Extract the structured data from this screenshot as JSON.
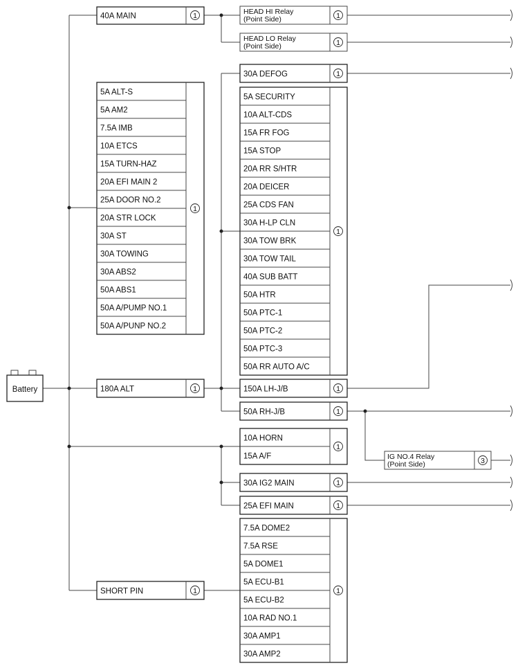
{
  "battery": {
    "label": "Battery"
  },
  "top_main": {
    "label": "40A MAIN",
    "num": "1",
    "relays": [
      {
        "line1": "HEAD HI Relay",
        "line2": "(Point Side)",
        "num": "1"
      },
      {
        "line1": "HEAD LO Relay",
        "line2": "(Point Side)",
        "num": "1"
      }
    ]
  },
  "left_group": {
    "num": "1",
    "items": [
      "5A ALT-S",
      "5A AM2",
      "7.5A IMB",
      "10A ETCS",
      "15A TURN-HAZ",
      "20A EFI MAIN 2",
      "25A DOOR NO.2",
      "20A STR LOCK",
      "30A ST",
      "30A TOWING",
      "30A ABS2",
      "50A ABS1",
      "50A A/PUMP NO.1",
      "50A A/PUNP NO.2"
    ]
  },
  "alt": {
    "label": "180A ALT",
    "num": "1"
  },
  "defog": {
    "label": "30A DEFOG",
    "num": "1"
  },
  "right_group": {
    "num": "1",
    "items": [
      "5A SECURITY",
      "10A ALT-CDS",
      "15A FR FOG",
      "15A STOP",
      "20A RR S/HTR",
      "20A DEICER",
      "25A CDS FAN",
      "30A H-LP CLN",
      "30A TOW BRK",
      "30A TOW TAIL",
      "40A SUB BATT",
      "50A HTR",
      "50A PTC-1",
      "50A PTC-2",
      "50A PTC-3",
      "50A RR AUTO A/C"
    ]
  },
  "lh_jb": {
    "label": "150A LH-J/B",
    "num": "1"
  },
  "rh_jb": {
    "label": "50A RH-J/B",
    "num": "1"
  },
  "ig4_relay": {
    "line1": "IG NO.4 Relay",
    "line2": "(Point Side)",
    "num": "3"
  },
  "horn_group": {
    "num": "1",
    "items": [
      "10A HORN",
      "15A A/F"
    ]
  },
  "ig2_main": {
    "label": "30A IG2 MAIN",
    "num": "1"
  },
  "efi_main": {
    "label": "25A EFI MAIN",
    "num": "1"
  },
  "short_pin": {
    "label": "SHORT PIN",
    "num": "1"
  },
  "bottom_group": {
    "num": "1",
    "items": [
      "7.5A DOME2",
      "7.5A RSE",
      "5A DOME1",
      "5A ECU-B1",
      "5A ECU-B2",
      "10A RAD NO.1",
      "30A AMP1",
      "30A AMP2"
    ]
  }
}
